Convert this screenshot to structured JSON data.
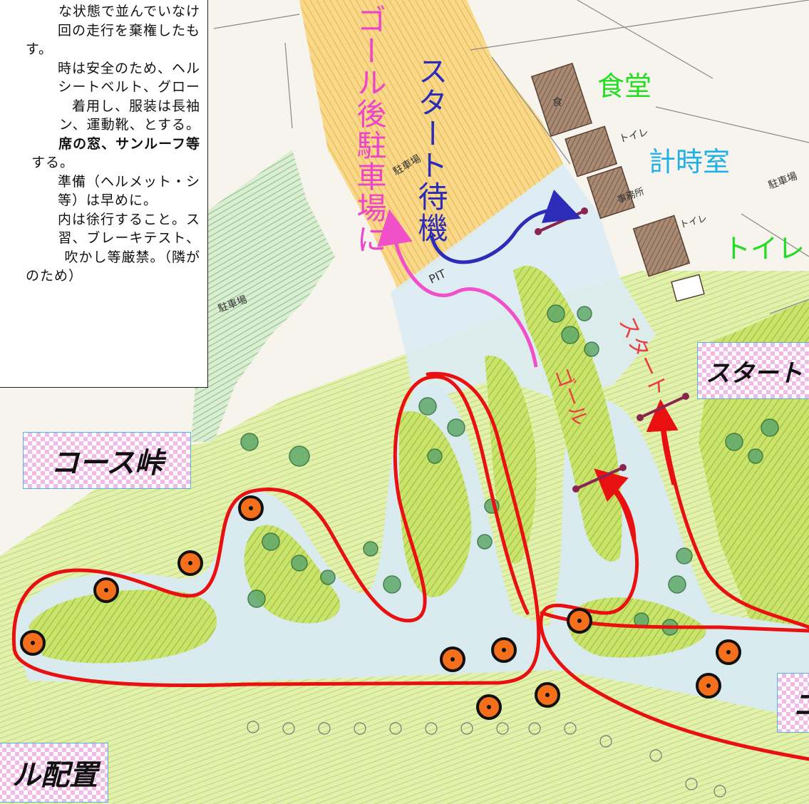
{
  "rules": {
    "lines": [
      "な状態で並んでいなけ",
      "回の走行を棄権したも",
      "す。",
      "時は安全のため、ヘル",
      "シートベルト、グロー",
      "着用し、服装は長袖",
      "ン、運動靴、とする。",
      "席の窓、サンルーフ等",
      "する。",
      "準備（ヘルメット・シ",
      "等）は早めに。",
      "内は徐行すること。ス",
      "習、ブレーキテスト、",
      "吹かし等厳禁。（隣が",
      "のため）"
    ]
  },
  "labels": {
    "goal_parking": "ゴール後駐車場に",
    "start_wait": "スタート待機",
    "cafeteria": "食堂",
    "timing_room": "計時室",
    "toilet": "トイレ",
    "start_box": "スタート",
    "course_pass": "コース峠",
    "cone_layout": "ル配置",
    "right_edge_box": "コ"
  },
  "hand_labels": {
    "start_road": "スタート",
    "goal_road": "ゴール",
    "pit": "PIT",
    "parking_left": "駐車場",
    "parking_right": "駐車場",
    "building_shokudo": "食",
    "building_toilet": "トイレ",
    "building_office": "事務所",
    "building_toilet2": "トイレ",
    "parking_mid": "駐車場"
  },
  "colors": {
    "course_line": "#e81010",
    "goal_arrow": "#f050c8",
    "wait_arrow": "#2c2cb8",
    "gate": "#8a2550",
    "cafeteria_text": "#22dd22",
    "timing_text": "#20b0e8",
    "toilet_text": "#22dd22",
    "goal_parking_text": "#ee44cc",
    "start_wait_text": "#2c2cb8",
    "cone_fill": "#f36f1b"
  }
}
